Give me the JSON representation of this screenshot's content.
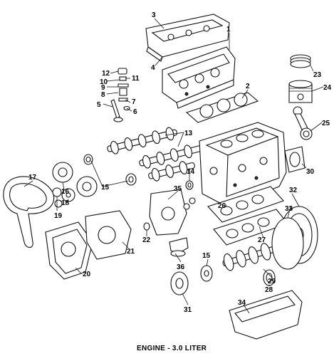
{
  "caption": "ENGINE - 3.0 LITER",
  "callouts": [
    "1",
    "2",
    "3",
    "4",
    "5",
    "6",
    "7",
    "8",
    "9",
    "10",
    "11",
    "12",
    "13",
    "14",
    "15",
    "15",
    "16",
    "17",
    "18",
    "19",
    "20",
    "21",
    "22",
    "23",
    "24",
    "25",
    "26",
    "27",
    "28",
    "29",
    "30",
    "31",
    "32",
    "33",
    "34",
    "35",
    "36"
  ]
}
